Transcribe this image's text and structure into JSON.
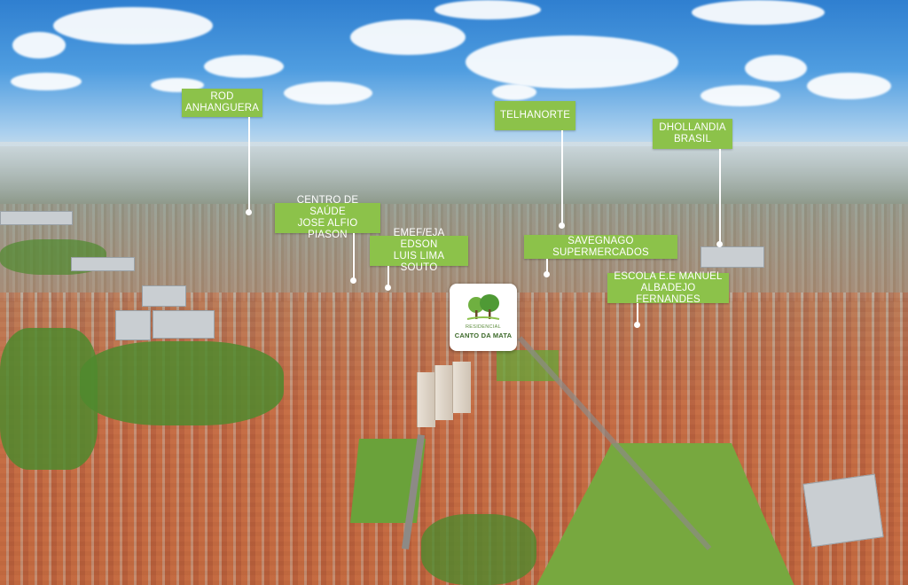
{
  "pois": [
    {
      "id": "rod-anhanguera",
      "lines": [
        "ROD",
        "ANHANGUERA"
      ]
    },
    {
      "id": "telhanorte",
      "lines": [
        "TELHANORTE"
      ]
    },
    {
      "id": "dhollandia-brasil",
      "lines": [
        "DHOLLANDIA",
        "BRASIL"
      ]
    },
    {
      "id": "centro-de-saude",
      "lines": [
        "CENTRO DE SAÚDE",
        "JOSE ALFIO PIASON"
      ]
    },
    {
      "id": "emef-eja",
      "lines": [
        "EMEF/EJA EDSON",
        "LUIS LIMA SOUTO"
      ]
    },
    {
      "id": "savegnago",
      "lines": [
        "SAVEGNAGO SUPERMERCADOS"
      ]
    },
    {
      "id": "escola-ee",
      "lines": [
        "ESCOLA E.E MANUEL",
        "ALBADEJO FERNANDES"
      ]
    }
  ],
  "logo": {
    "small_text": "RESIDENCIAL",
    "name": "CANTO DA MATA",
    "icon": "trees-icon"
  },
  "colors": {
    "label_bg": "#8cc24a",
    "label_text": "#ffffff"
  }
}
